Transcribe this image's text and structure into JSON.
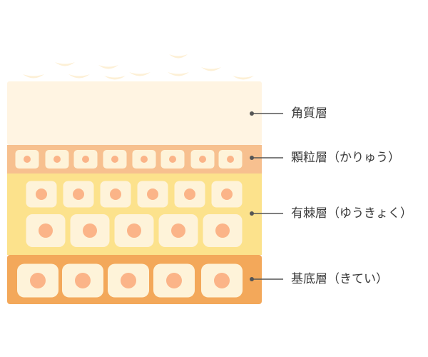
{
  "colors": {
    "stratum_corneum": "#fff4e2",
    "granulosum": "#f7c08f",
    "spinosum": "#fce28c",
    "basale": "#f3a85a",
    "cell_fill": "#fef3d9",
    "nucleus": "#fbb488",
    "flake": "#fdf0d6",
    "leader": "#555555"
  },
  "layers": [
    {
      "label": "角質層"
    },
    {
      "label": "顆粒層（かりゅう）"
    },
    {
      "label": "有棘層（ゆうきょく）"
    },
    {
      "label": "基底層（きてい）"
    }
  ]
}
